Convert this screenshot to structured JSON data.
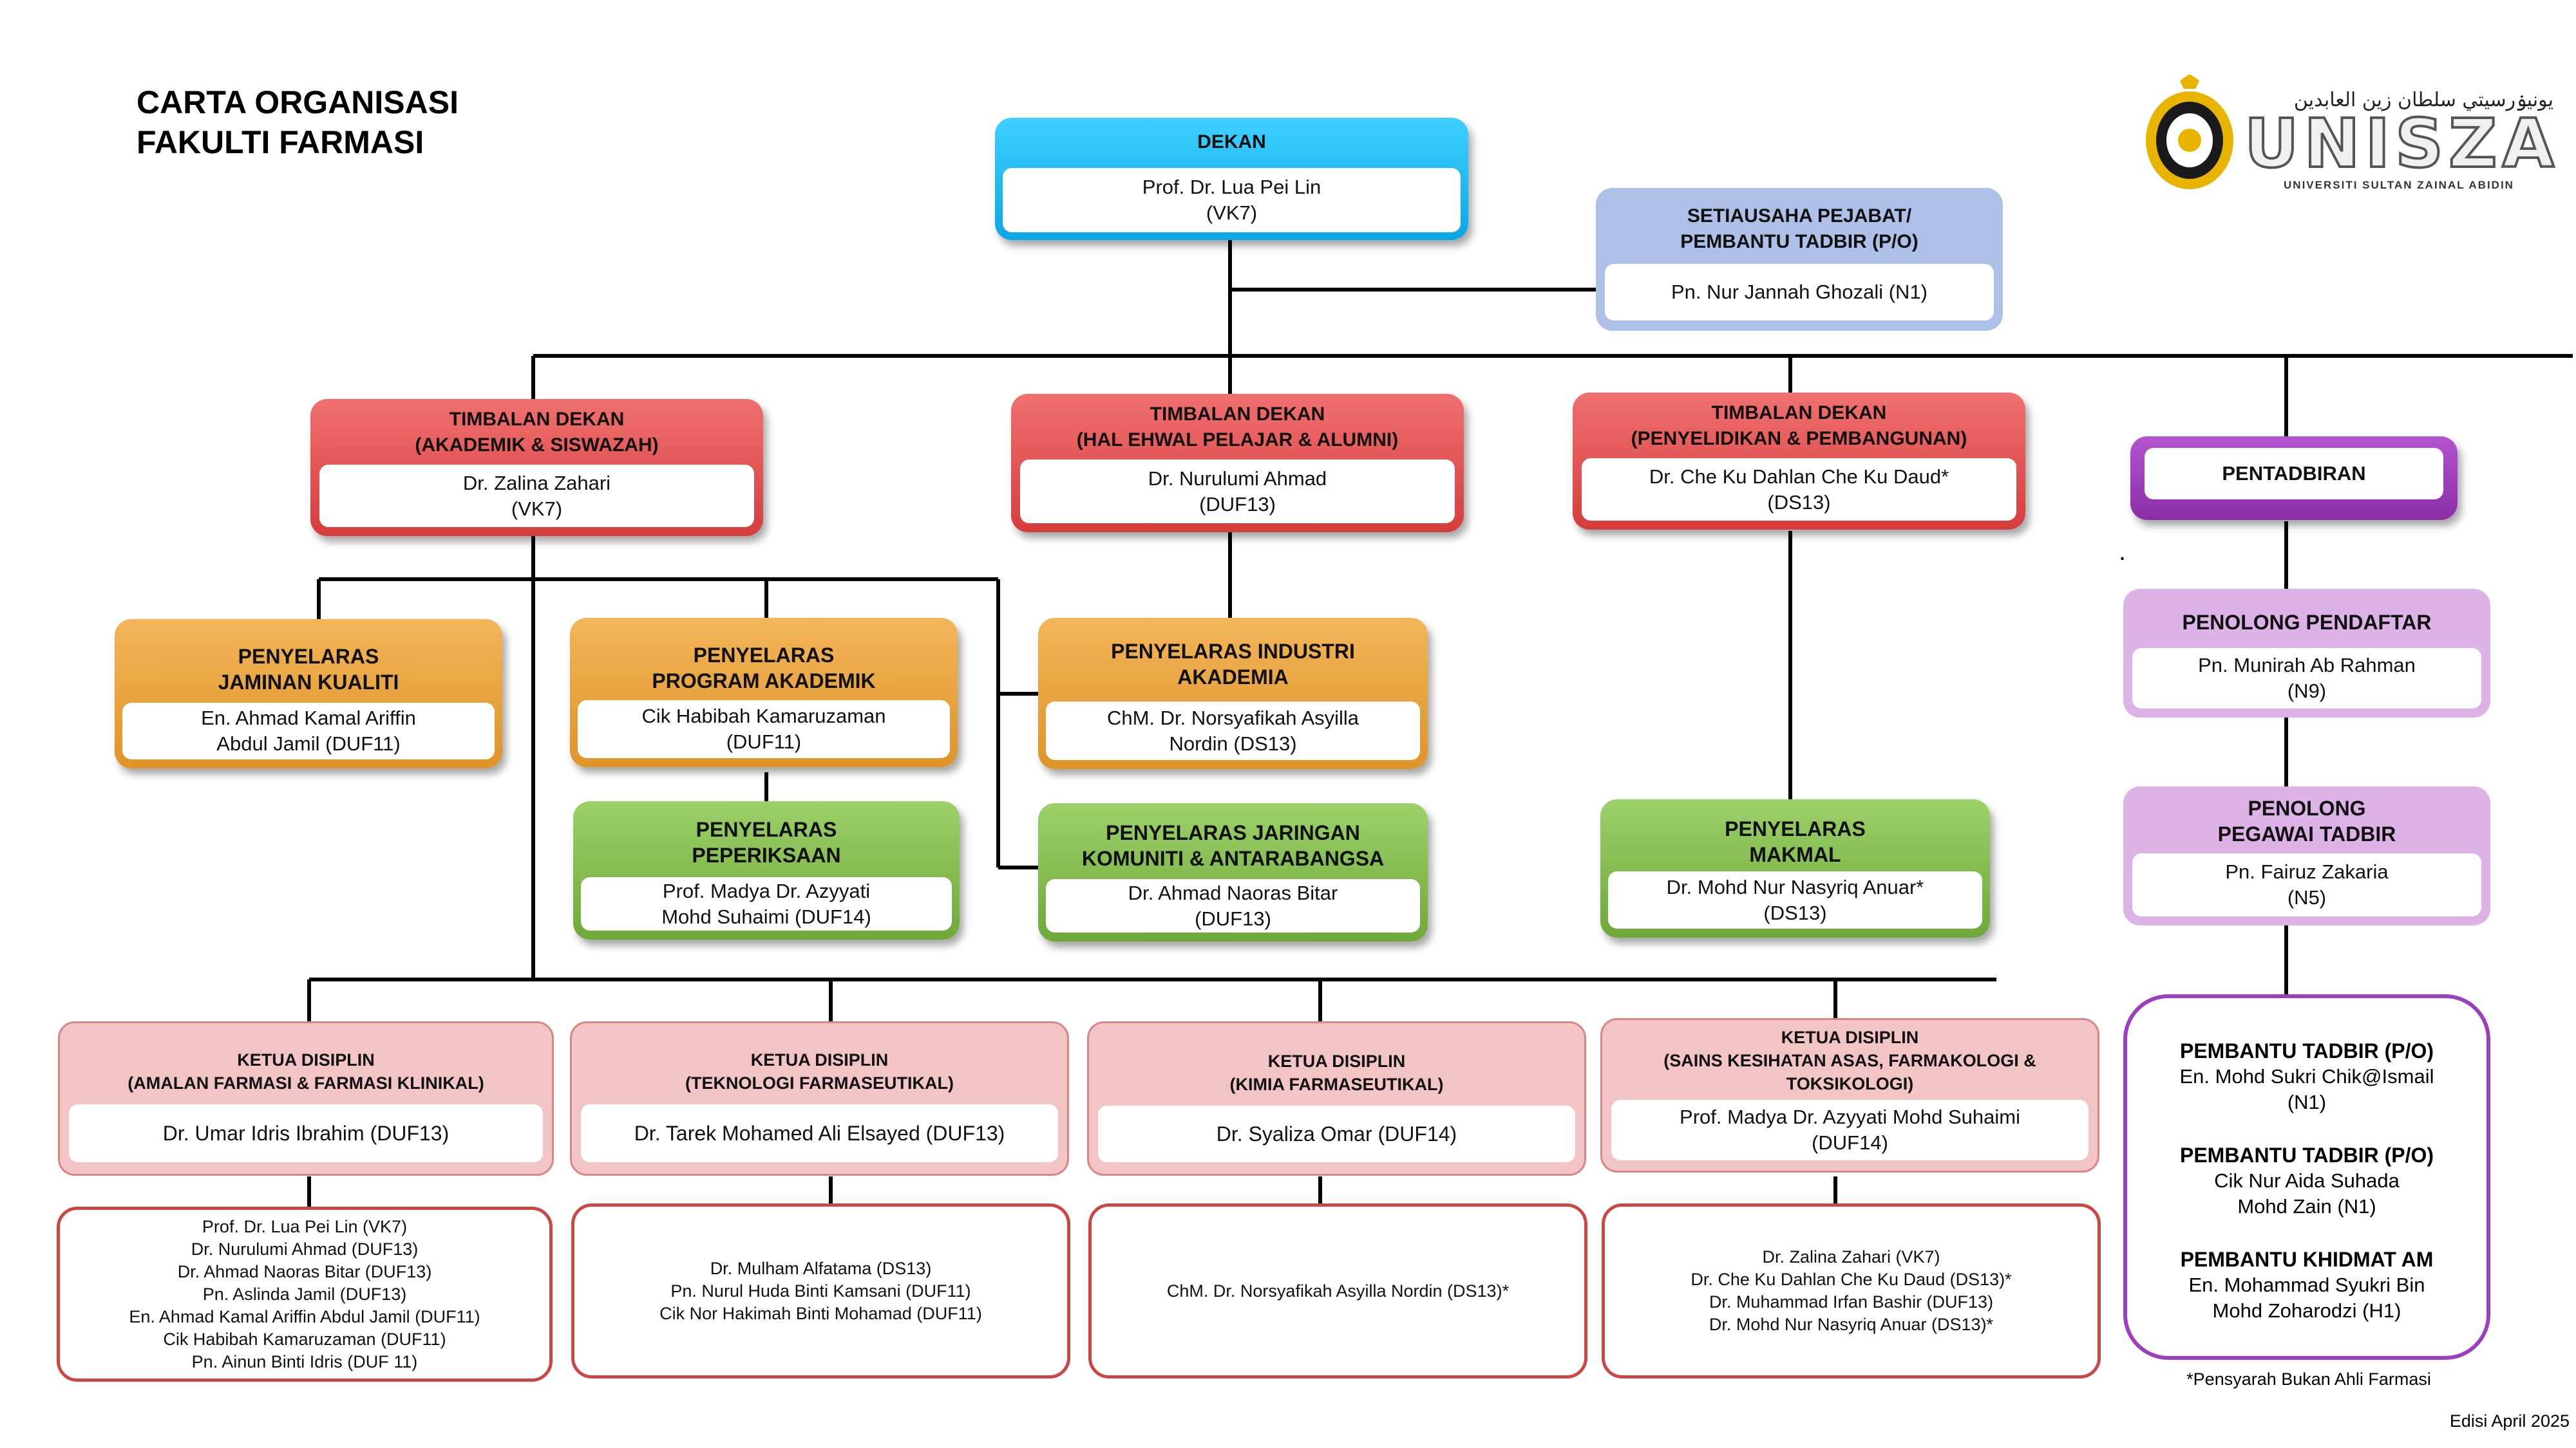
{
  "title": {
    "line1": "CARTA ORGANISASI",
    "line2": "FAKULTI FARMASI"
  },
  "logo": {
    "name": "UNISZA",
    "arabic": "يونيۏرسيتي سلطان زين العابدين",
    "subtitle": "UNIVERSITI SULTAN ZAINAL ABIDIN"
  },
  "dekan": {
    "title": "DEKAN",
    "name": "Prof. Dr. Lua Pei Lin",
    "grade": "(VK7)"
  },
  "setiausaha": {
    "title1": "SETIAUSAHA PEJABAT/",
    "title2": "PEMBANTU TADBIR (P/O)",
    "name": "Pn. Nur Jannah Ghozali  (N1)"
  },
  "td1": {
    "title1": "TIMBALAN DEKAN",
    "title2": "(AKADEMIK & SISWAZAH)",
    "name": "Dr. Zalina Zahari",
    "grade": "(VK7)"
  },
  "td2": {
    "title1": "TIMBALAN DEKAN",
    "title2": "(HAL EHWAL PELAJAR & ALUMNI)",
    "name": "Dr. Nurulumi Ahmad",
    "grade": "(DUF13)"
  },
  "td3": {
    "title1": "TIMBALAN DEKAN",
    "title2": "(PENYELIDIKAN & PEMBANGUNAN)",
    "name": "Dr. Che Ku Dahlan  Che Ku Daud*",
    "grade": "(DS13)"
  },
  "pentadbiran": {
    "title": "PENTADBIRAN"
  },
  "jaminan": {
    "title1": "PENYELARAS",
    "title2": "JAMINAN KUALITI",
    "name": "En. Ahmad Kamal  Ariffin",
    "grade": "Abdul Jamil (DUF11)"
  },
  "program": {
    "title1": "PENYELARAS",
    "title2": "PROGRAM AKADEMIK",
    "name": "Cik Habibah  Kamaruzaman",
    "grade": "(DUF11)"
  },
  "industri": {
    "title1": "PENYELARAS  INDUSTRI",
    "title2": "AKADEMIA",
    "name": "ChM. Dr. Norsyafikah  Asyilla",
    "grade": "Nordin  (DS13)"
  },
  "peperiksaan": {
    "title1": "PENYELARAS",
    "title2": "PEPERIKSAAN",
    "name": "Prof. Madya  Dr. Azyyati",
    "grade": "Mohd  Suhaimi  (DUF14)"
  },
  "jaringan": {
    "title1": "PENYELARAS  JARINGAN",
    "title2": "KOMUNITI & ANTARABANGSA",
    "name": "Dr. Ahmad  Naoras  Bitar",
    "grade": "(DUF13)"
  },
  "makmal": {
    "title1": "PENYELARAS",
    "title2": "MAKMAL",
    "name": "Dr. Mohd  Nur Nasyriq  Anuar*",
    "grade": "(DS13)"
  },
  "pendaftar": {
    "title": "PENOLONG  PENDAFTAR",
    "name": "Pn. Munirah  Ab Rahman",
    "grade": "(N9)"
  },
  "pegawai": {
    "title1": "PENOLONG",
    "title2": "PEGAWAI  TADBIR",
    "name": "Pn. Fairuz  Zakaria",
    "grade": "(N5)"
  },
  "staff": [
    {
      "role": "PEMBANTU TADBIR (P/O)",
      "line1": "En. Mohd  Sukri  Chik@Ismail",
      "line2": "(N1)"
    },
    {
      "role": "PEMBANTU TADBIR (P/O)",
      "line1": "Cik Nur Aida Suhada",
      "line2": "Mohd  Zain  (N1)"
    },
    {
      "role": "PEMBANTU KHIDMAT AM",
      "line1": "En. Mohammad  Syukri Bin",
      "line2": "Mohd  Zoharodzi  (H1)"
    }
  ],
  "kd1": {
    "title1": "KETUA DISIPLIN",
    "title2": "(AMALAN FARMASI & FARMASI KLINIKAL)",
    "name": "Dr. Umar Idris Ibrahim  (DUF13)"
  },
  "kd2": {
    "title1": "KETUA DISIPLIN",
    "title2": "(TEKNOLOGI FARMASEUTIKAL)",
    "name": "Dr. Tarek Mohamed  Ali Elsayed  (DUF13)"
  },
  "kd3": {
    "title1": "KETUA DISIPLIN",
    "title2": "(KIMIA FARMASEUTIKAL)",
    "name": "Dr. Syaliza  Omar (DUF14)"
  },
  "kd4": {
    "title1": "KETUA DISIPLIN",
    "title2": "(SAINS KESIHATAN ASAS, FARMAKOLOGI &",
    "title3": "TOKSIKOLOGI)",
    "name": "Prof. Madya  Dr. Azyyati  Mohd  Suhaimi",
    "grade": "(DUF14)"
  },
  "list1": [
    "Prof. Dr. Lua Pei Lin (VK7)",
    "Dr. Nurulumi Ahmad (DUF13)",
    "Dr. Ahmad Naoras Bitar (DUF13)",
    "Pn. Aslinda  Jamil (DUF13)",
    "En. Ahmad Kamal Ariffin Abdul Jamil (DUF11)",
    "Cik Habibah Kamaruzaman (DUF11)",
    "Pn. Ainun Binti Idris (DUF 11)"
  ],
  "list2": [
    "Dr. Mulham Alfatama (DS13)",
    "Pn. Nurul Huda Binti Kamsani (DUF11)",
    "Cik Nor Hakimah Binti Mohamad (DUF11)"
  ],
  "list3": [
    "ChM. Dr. Norsyafikah Asyilla Nordin (DS13)*"
  ],
  "list4": [
    "Dr. Zalina Zahari (VK7)",
    "Dr. Che Ku Dahlan Che Ku Daud (DS13)*",
    "Dr. Muhammad Irfan Bashir (DUF13)",
    "Dr. Mohd Nur Nasyriq Anuar (DS13)*"
  ],
  "dot": ".",
  "footnote": "*Pensyarah Bukan Ahli Farmasi",
  "edition": "Edisi April 2025"
}
